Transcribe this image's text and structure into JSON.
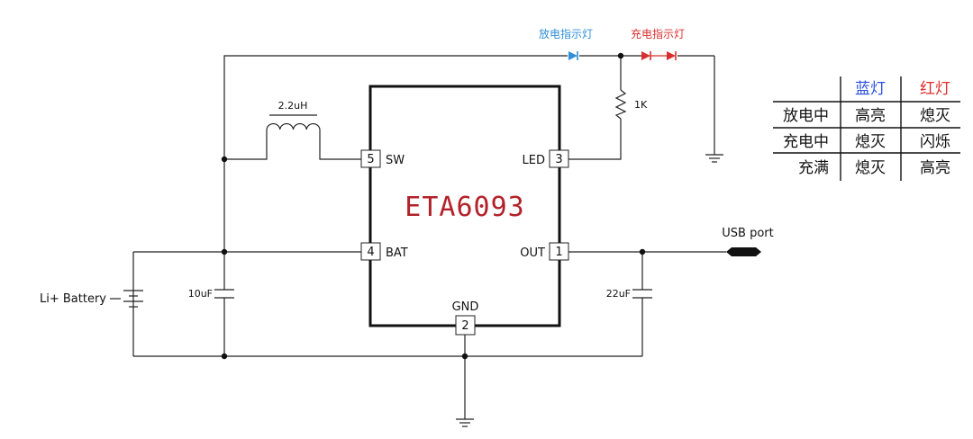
{
  "chip": {
    "name": "ETA6093"
  },
  "pins": {
    "sw": {
      "num": "5",
      "name": "SW"
    },
    "led": {
      "num": "3",
      "name": "LED"
    },
    "bat": {
      "num": "4",
      "name": "BAT"
    },
    "out": {
      "num": "1",
      "name": "OUT"
    },
    "gnd": {
      "num": "2",
      "name": "GND"
    }
  },
  "components": {
    "inductor": "2.2uH",
    "resistor": "1K",
    "cap_in": "10uF",
    "cap_out": "22uF",
    "battery": "Li+ Battery",
    "usb": "USB port"
  },
  "led_labels": {
    "discharge": "放电指示灯",
    "charge": "充电指示灯"
  },
  "status_table": {
    "headers": [
      "蓝灯",
      "红灯"
    ],
    "header_colors": [
      "#2b4fe0",
      "#e02b2b"
    ],
    "rows": [
      {
        "state": "放电中",
        "blue": "高亮",
        "red": "熄灭"
      },
      {
        "state": "充电中",
        "blue": "熄灭",
        "red": "闪烁"
      },
      {
        "state": "充满",
        "blue": "熄灭",
        "red": "高亮"
      }
    ]
  },
  "colors": {
    "chip_name": "#b3222a",
    "discharge_led": "#2f8fd8",
    "charge_led": "#d8302f"
  }
}
